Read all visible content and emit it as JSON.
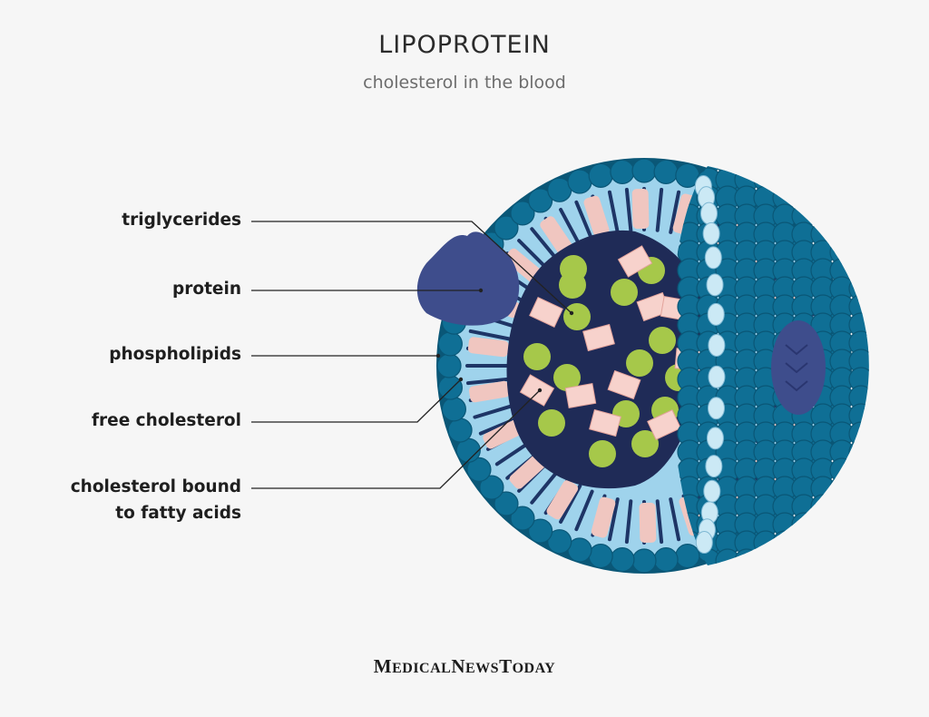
{
  "title": "LIPOPROTEIN",
  "subtitle": "cholesterol in the blood",
  "labels": {
    "triglycerides": "triglycerides",
    "protein": "protein",
    "phospholipids": "phospholipids",
    "free_cholesterol": "free cholesterol",
    "bound_line1": "cholesterol bound",
    "bound_line2": "to fatty acids"
  },
  "brand": {
    "part1_big": "M",
    "part1_rest": "EDICAL",
    "part2_big": "N",
    "part2_rest": "EWS",
    "part3_big": "T",
    "part3_rest": "ODAY"
  },
  "colors": {
    "background": "#f6f6f6",
    "phospholipid_head": "#0f6f95",
    "membrane": "#9fd3ec",
    "core": "#1f2b57",
    "protein": "#3e4d8c",
    "free_cholesterol": "#f0c6c0",
    "bound_cholesterol": "#f7d2cc",
    "triglyceride": "#a6c84a",
    "light_head": "#cbe9f5"
  }
}
